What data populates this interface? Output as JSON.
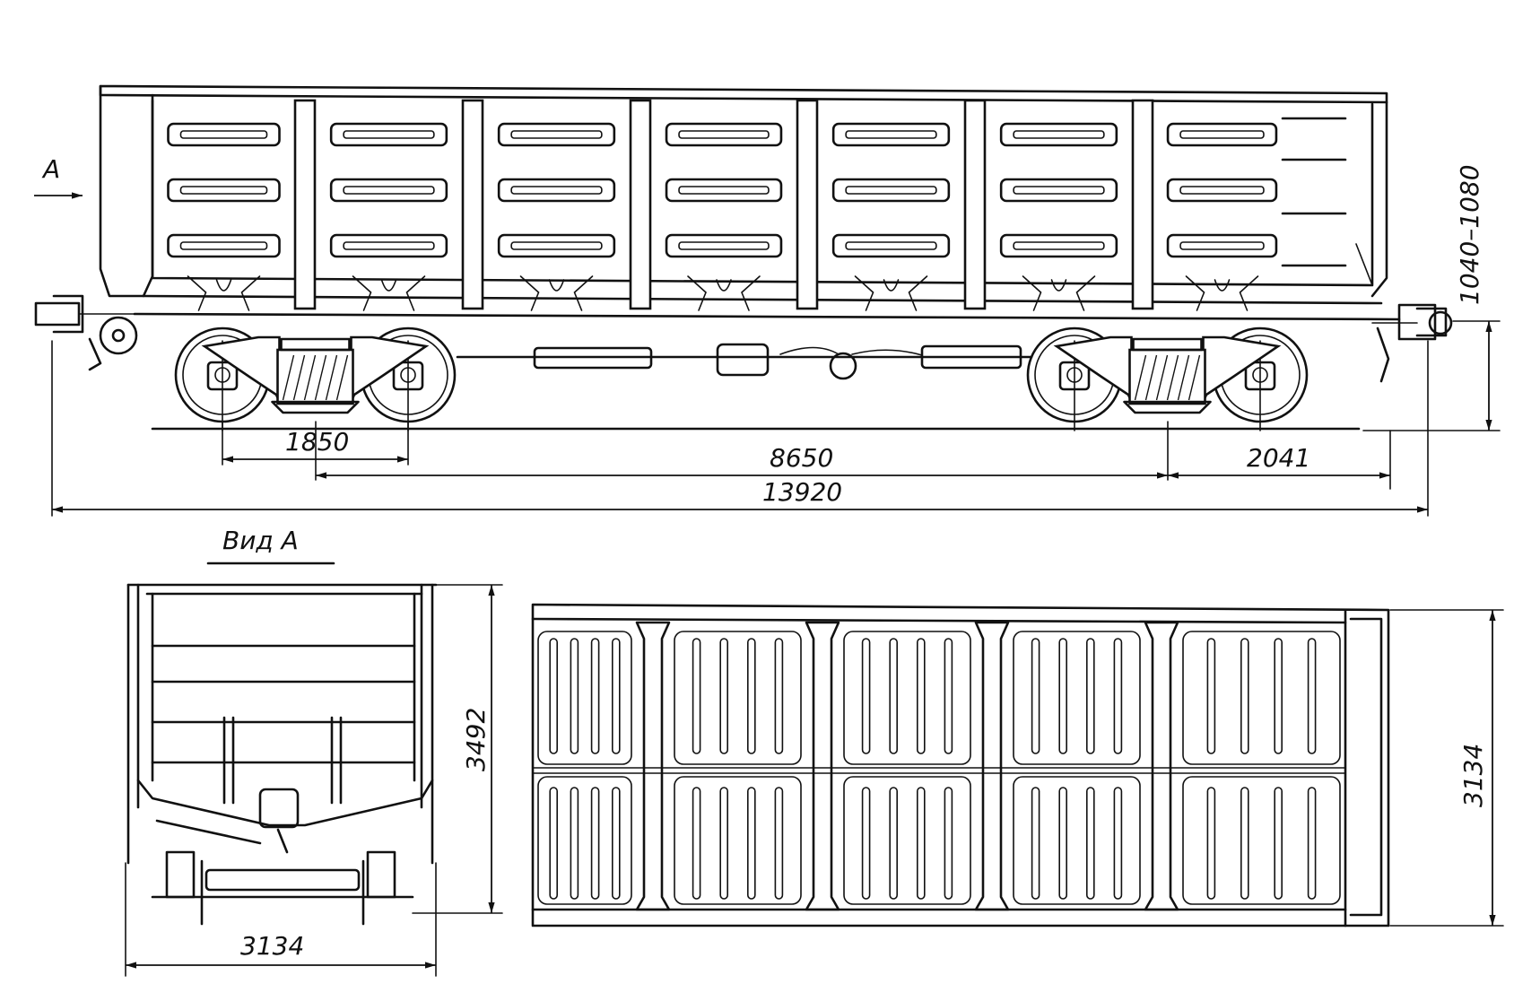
{
  "labels": {
    "view_arrow": "А",
    "view_title": "Вид А"
  },
  "dimensions": {
    "bogie_base": "1850",
    "truck_centers": "8650",
    "end_overhang": "2041",
    "overall_length": "13920",
    "coupler_height": "1040–1080",
    "end_height": "3492",
    "end_width": "3134",
    "plan_width": "3134"
  },
  "colors": {
    "ink": "#111111",
    "paper": "#ffffff"
  }
}
